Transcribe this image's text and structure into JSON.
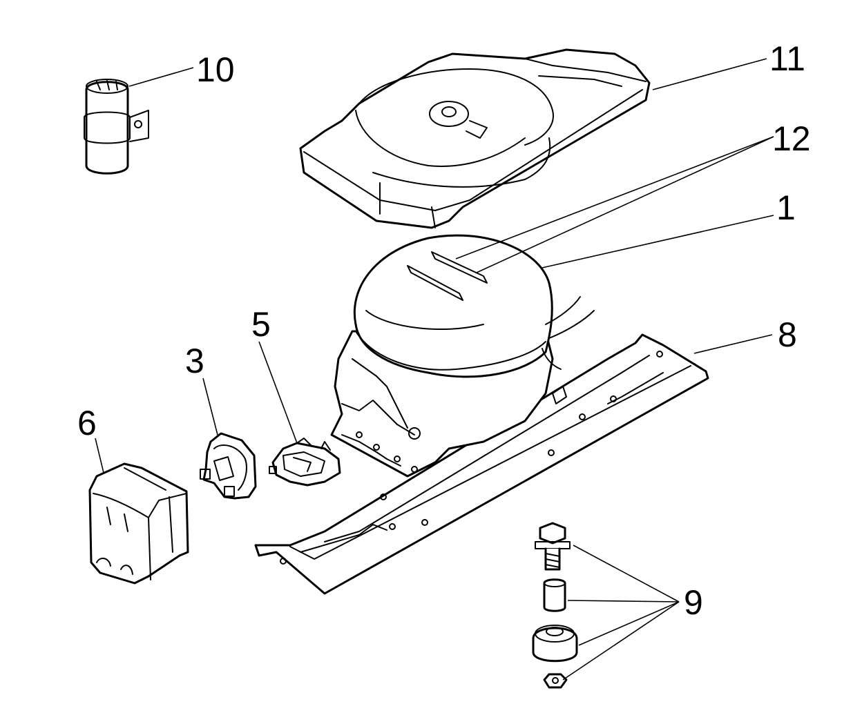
{
  "labels": {
    "compressor": "1",
    "relay": "3",
    "overload": "5",
    "cover": "6",
    "base_plate": "8",
    "mounting_kit": "9",
    "capacitor": "10",
    "drip_tray": "11",
    "tray_clips": "12"
  }
}
